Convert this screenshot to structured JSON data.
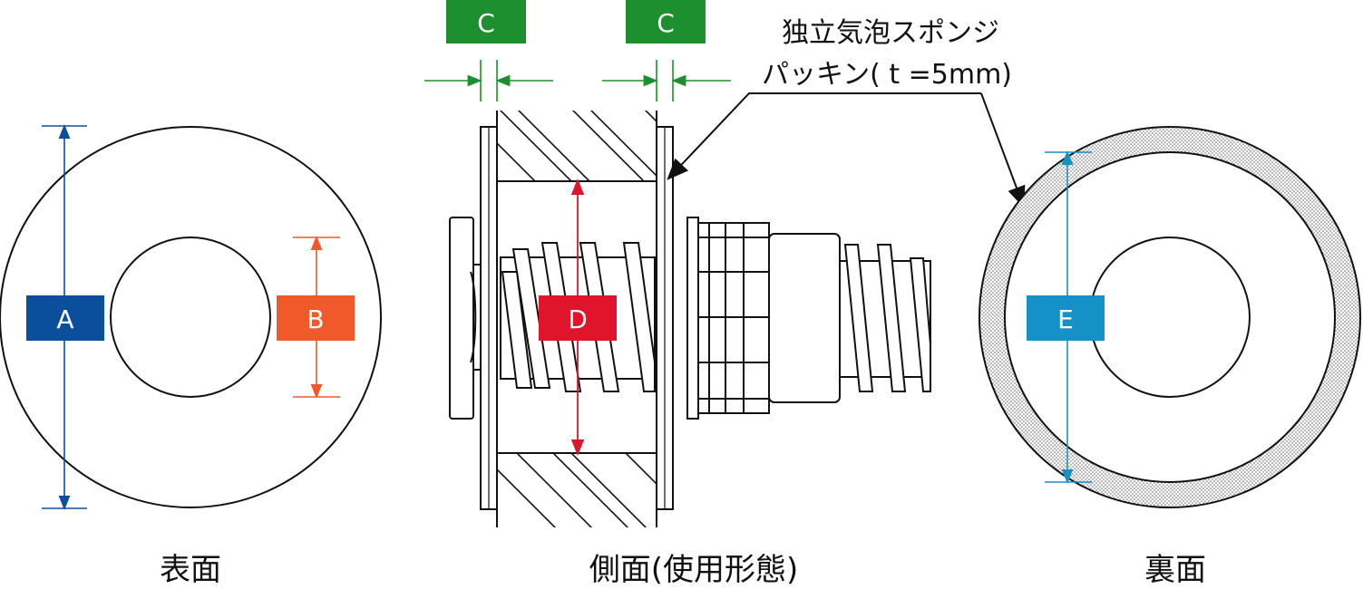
{
  "labels": {
    "A": "A",
    "B": "B",
    "C": "C",
    "D": "D",
    "E": "E"
  },
  "captions": {
    "front": "表面",
    "side": "側面(使用形態)",
    "back": "裏面"
  },
  "annotation": {
    "line1": "独立気泡スポンジ",
    "line2": "パッキン( t =5mm)"
  },
  "colors": {
    "A": "#0b4f9c",
    "B": "#f0592a",
    "C": "#1e8f2f",
    "D": "#e0142a",
    "E": "#1591c8",
    "outline": "#111111",
    "sponge": "#cfcfcf"
  }
}
